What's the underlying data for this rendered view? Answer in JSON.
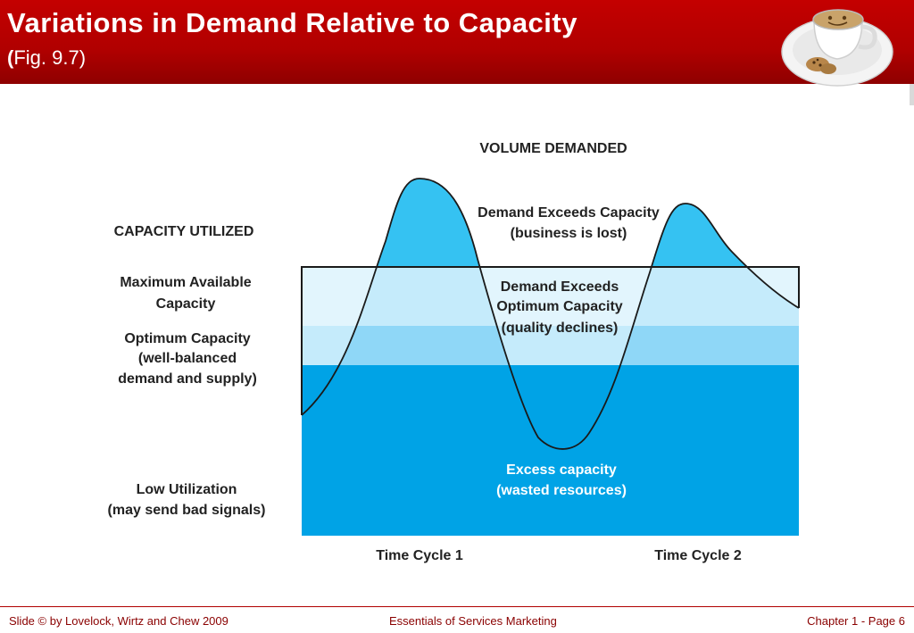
{
  "header": {
    "title": "Variations in Demand Relative to Capacity",
    "subtitle_paren": "(",
    "subtitle": "Fig. 9.7)"
  },
  "diagram": {
    "volume_label": "VOLUME DEMANDED",
    "capacity_label": "CAPACITY UTILIZED",
    "left_labels": {
      "max_capacity": [
        "Maximum Available",
        "Capacity"
      ],
      "optimum": [
        "Optimum Capacity",
        "(well-balanced",
        "demand and supply)"
      ],
      "low": [
        "Low Utilization",
        "(may send bad signals)"
      ]
    },
    "zone_labels": {
      "exceeds_capacity": [
        "Demand Exceeds Capacity",
        "(business is lost)"
      ],
      "exceeds_optimum": [
        "Demand Exceeds",
        "Optimum Capacity",
        "(quality declines)"
      ],
      "excess": [
        "Excess capacity",
        "(wasted resources)"
      ]
    },
    "cycle_labels": [
      "Time Cycle 1",
      "Time Cycle 2"
    ]
  },
  "footer": {
    "left": "Slide © by Lovelock, Wirtz and Chew 2009",
    "center": "Essentials of Services Marketing",
    "right": "Chapter 1 - Page 6"
  },
  "colors": {
    "header_red": "#b00000",
    "deep_blue": "#00a3e6",
    "mid_blue": "#8fd7f7",
    "light_blue": "#c5ebfb",
    "pale_blue": "#e2f5fd",
    "peak_blue": "#35c2f2"
  }
}
